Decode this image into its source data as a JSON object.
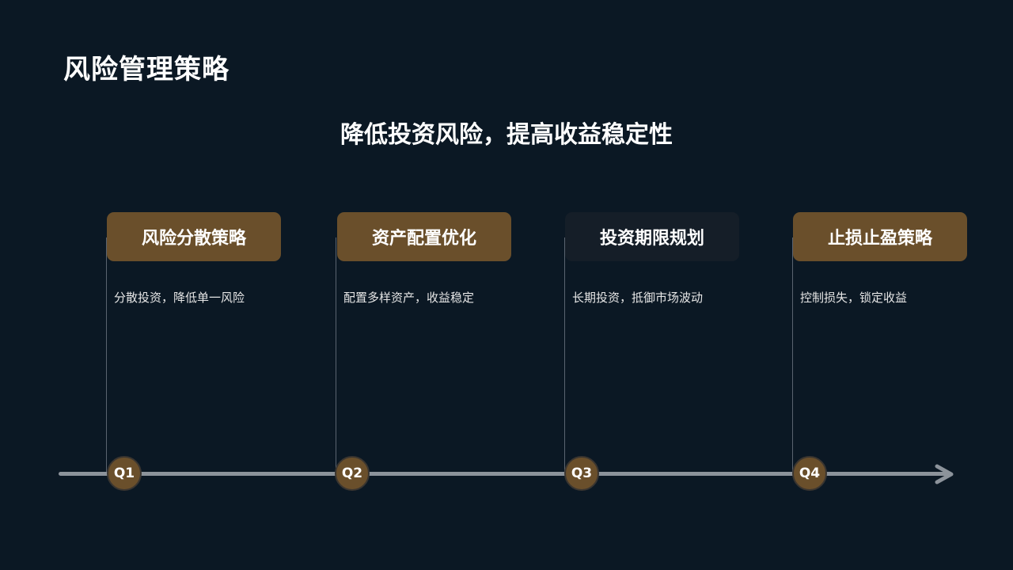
{
  "title": "风险管理策略",
  "subtitle": "降低投资风险，提高收益稳定性",
  "steps": [
    {
      "quarter": "Q1",
      "heading": "风险分散策略",
      "desc": "分散投资，降低单一风险"
    },
    {
      "quarter": "Q2",
      "heading": "资产配置优化",
      "desc": "配置多样资产，收益稳定"
    },
    {
      "quarter": "Q3",
      "heading": "投资期限规划",
      "desc": "长期投资，抵御市场波动"
    },
    {
      "quarter": "Q4",
      "heading": "止损止盈策略",
      "desc": "控制损失，锁定收益"
    }
  ],
  "colors": {
    "background": "#0b1824",
    "accent": "#6a4f2b",
    "highlight": "#151e28"
  }
}
